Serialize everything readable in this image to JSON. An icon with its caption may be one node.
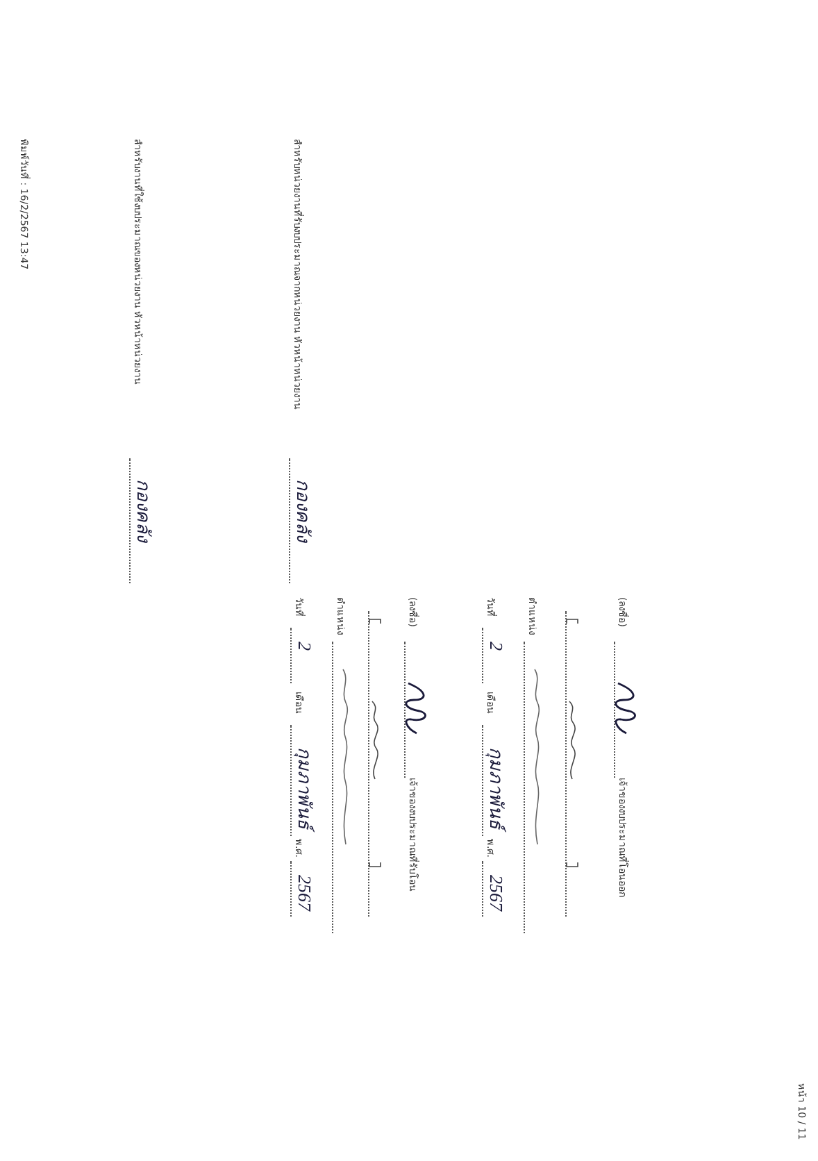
{
  "diagram": {
    "labels": [
      "พิมพ์วันที่ : 16/2/2567 13:47",
      "สำหรับงานที่ใช้งบประมาณของหน่วยงาน หัวหน้าหน่วยงาน",
      "กองคลัง",
      "สำหรับหน่วยงานที่รับงบประมาณจากหน่วยงาน หัวหน้าหน่วยงาน",
      "กองคลัง",
      "(ลงชื่อ)",
      "เจ้าของงบประมาณที่โอนออก",
      "ตำแหน่ง",
      "วันที่",
      "2",
      "เดือน",
      "กุมภาพันธ์",
      "พ.ศ.",
      "2567",
      "(ลงชื่อ)",
      "เจ้าของงบประมาณที่รับโอน",
      "ตำแหน่ง",
      "วันที่",
      "2",
      "เดือน",
      "กุมภาพันธ์",
      "พ.ศ.",
      "2567",
      "หน้า 10 / 11"
    ]
  }
}
